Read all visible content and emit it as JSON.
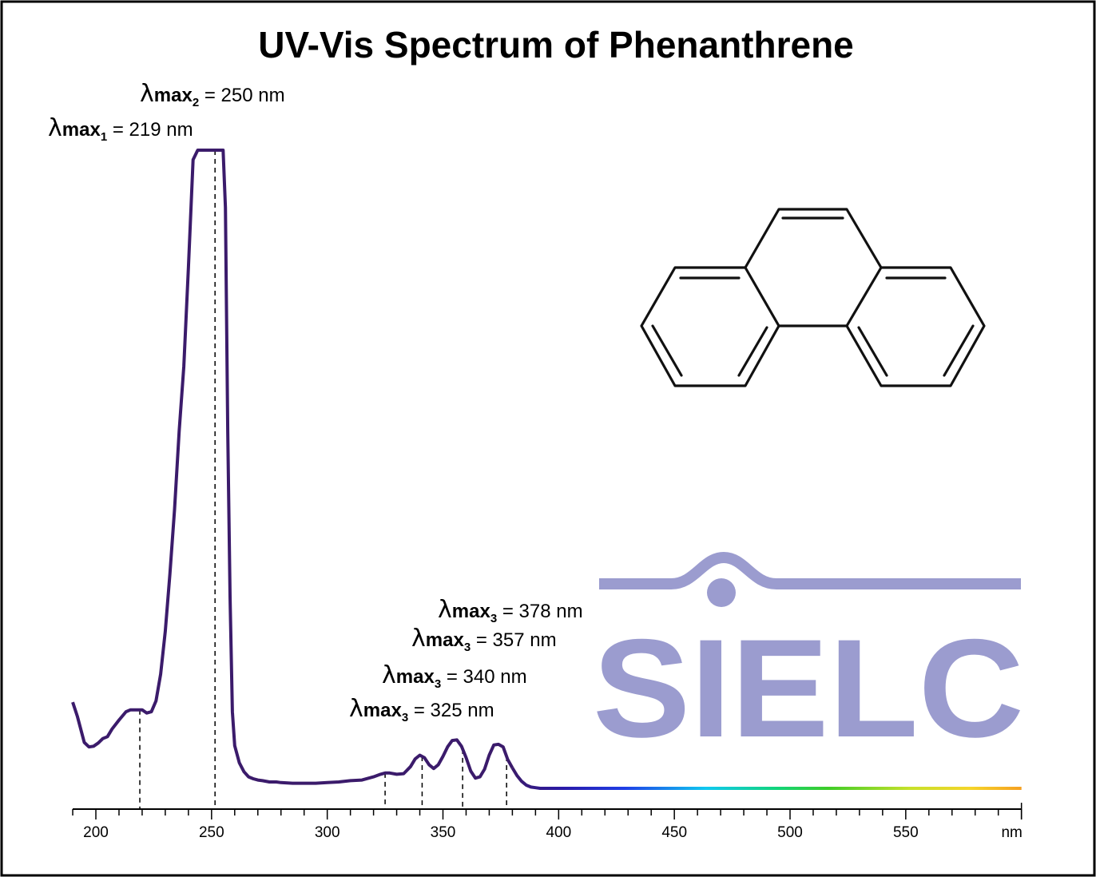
{
  "chart_data": {
    "type": "line",
    "title": "UV-Vis Spectrum of Phenanthrene",
    "xlabel": "",
    "ylabel": "",
    "x_unit": "nm",
    "xlim": [
      190,
      600
    ],
    "x_ticks": [
      200,
      250,
      300,
      350,
      400,
      450,
      500,
      550
    ],
    "grid": false,
    "series": [
      {
        "x": [
          190,
          192,
          195,
          197,
          199,
          201,
          203,
          205,
          207,
          210,
          213,
          215,
          218,
          220,
          222,
          224,
          226,
          228,
          230,
          232,
          234,
          236,
          238,
          240,
          242,
          244,
          246,
          248,
          250,
          252,
          253,
          254,
          255,
          256,
          257,
          258,
          259,
          260,
          262,
          264,
          266,
          268,
          270,
          272,
          275,
          278,
          280,
          285,
          290,
          295,
          300,
          305,
          310,
          315,
          320,
          323,
          325,
          327,
          330,
          333,
          336,
          338,
          340,
          342,
          344,
          346,
          348,
          350,
          352,
          354,
          356,
          358,
          360,
          362,
          364,
          366,
          368,
          370,
          372,
          374,
          376,
          378,
          380,
          382,
          384,
          386,
          388,
          390,
          392,
          395,
          400,
          420,
          450,
          500,
          550,
          600
        ],
        "y": [
          0.135,
          0.113,
          0.072,
          0.065,
          0.066,
          0.071,
          0.078,
          0.081,
          0.093,
          0.107,
          0.12,
          0.123,
          0.123,
          0.123,
          0.118,
          0.12,
          0.137,
          0.179,
          0.246,
          0.336,
          0.437,
          0.56,
          0.661,
          0.817,
          0.985,
          1.0,
          1.0,
          1.0,
          1.0,
          1.0,
          1.0,
          1.0,
          1.0,
          0.91,
          0.56,
          0.3,
          0.12,
          0.067,
          0.04,
          0.026,
          0.018,
          0.015,
          0.013,
          0.012,
          0.01,
          0.01,
          0.009,
          0.008,
          0.008,
          0.008,
          0.009,
          0.01,
          0.012,
          0.013,
          0.018,
          0.022,
          0.024,
          0.024,
          0.022,
          0.023,
          0.034,
          0.046,
          0.052,
          0.048,
          0.037,
          0.031,
          0.037,
          0.05,
          0.065,
          0.075,
          0.076,
          0.066,
          0.048,
          0.027,
          0.016,
          0.018,
          0.03,
          0.052,
          0.068,
          0.069,
          0.065,
          0.045,
          0.032,
          0.02,
          0.011,
          0.005,
          0.002,
          0.001,
          0.0,
          0.0,
          0.0,
          0.0,
          0.0,
          0.0,
          0.0,
          0.0
        ]
      }
    ],
    "annotations": [
      {
        "lambda": "λ",
        "bold": "max",
        "sub": "1",
        "text": " = 219 nm",
        "x": 219
      },
      {
        "lambda": "λ",
        "bold": "max",
        "sub": "2",
        "text": " = 250 nm",
        "x": 250
      },
      {
        "lambda": "λ",
        "bold": "max",
        "sub": "3",
        "text": " = 325 nm",
        "x": 325
      },
      {
        "lambda": "λ",
        "bold": "max",
        "sub": "3",
        "text": " = 340 nm",
        "x": 340
      },
      {
        "lambda": "λ",
        "bold": "max",
        "sub": "3",
        "text": " = 357 nm",
        "x": 357
      },
      {
        "lambda": "λ",
        "bold": "max",
        "sub": "3",
        "text": " = 378 nm",
        "x": 378
      }
    ]
  },
  "logo": {
    "text": "SIELC"
  },
  "colors": {
    "curve_uv": "#3b1b6b",
    "logo": "#9b9ccf",
    "frame": "#000000"
  },
  "molecule": {
    "name_icon": "phenanthrene-structure-icon"
  }
}
